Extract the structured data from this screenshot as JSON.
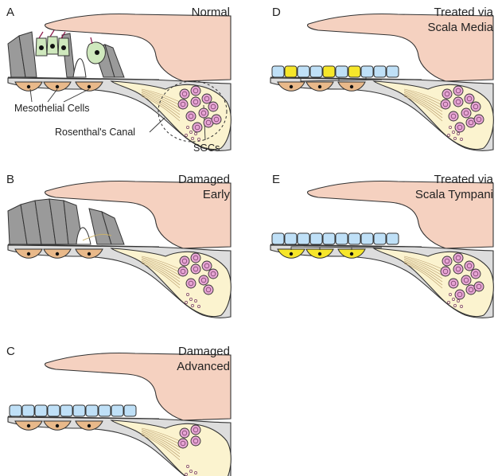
{
  "colors": {
    "tectorial": "#f5d1c0",
    "bone": "#dddddd",
    "nerve": "#fbf3cf",
    "sgc": "#e7a6d4",
    "hair_cell": "#cfe8bd",
    "support_gray": "#9a9a9a",
    "epithelium_blue": "#bfe0f7",
    "transplant_yellow": "#f6e62a",
    "mesothelial": "#e9b98a"
  },
  "panels": [
    {
      "id": "A",
      "letter": "A",
      "title_lines": [
        "Normal"
      ],
      "state": "normal"
    },
    {
      "id": "B",
      "letter": "B",
      "title_lines": [
        "Damaged",
        "Early"
      ],
      "state": "damaged-early"
    },
    {
      "id": "C",
      "letter": "C",
      "title_lines": [
        "Damaged",
        "Advanced"
      ],
      "state": "damaged-advanced"
    },
    {
      "id": "D",
      "letter": "D",
      "title_lines": [
        "Treated via",
        "Scala Media"
      ],
      "state": "treated-scala-media"
    },
    {
      "id": "E",
      "letter": "E",
      "title_lines": [
        "Treated via",
        "Scala Tympani"
      ],
      "state": "treated-scala-tympani"
    }
  ],
  "annotations": {
    "mesothelial": "Mesothelial Cells",
    "rosenthal": "Rosenthal's Canal",
    "sgc": "SGCs"
  }
}
